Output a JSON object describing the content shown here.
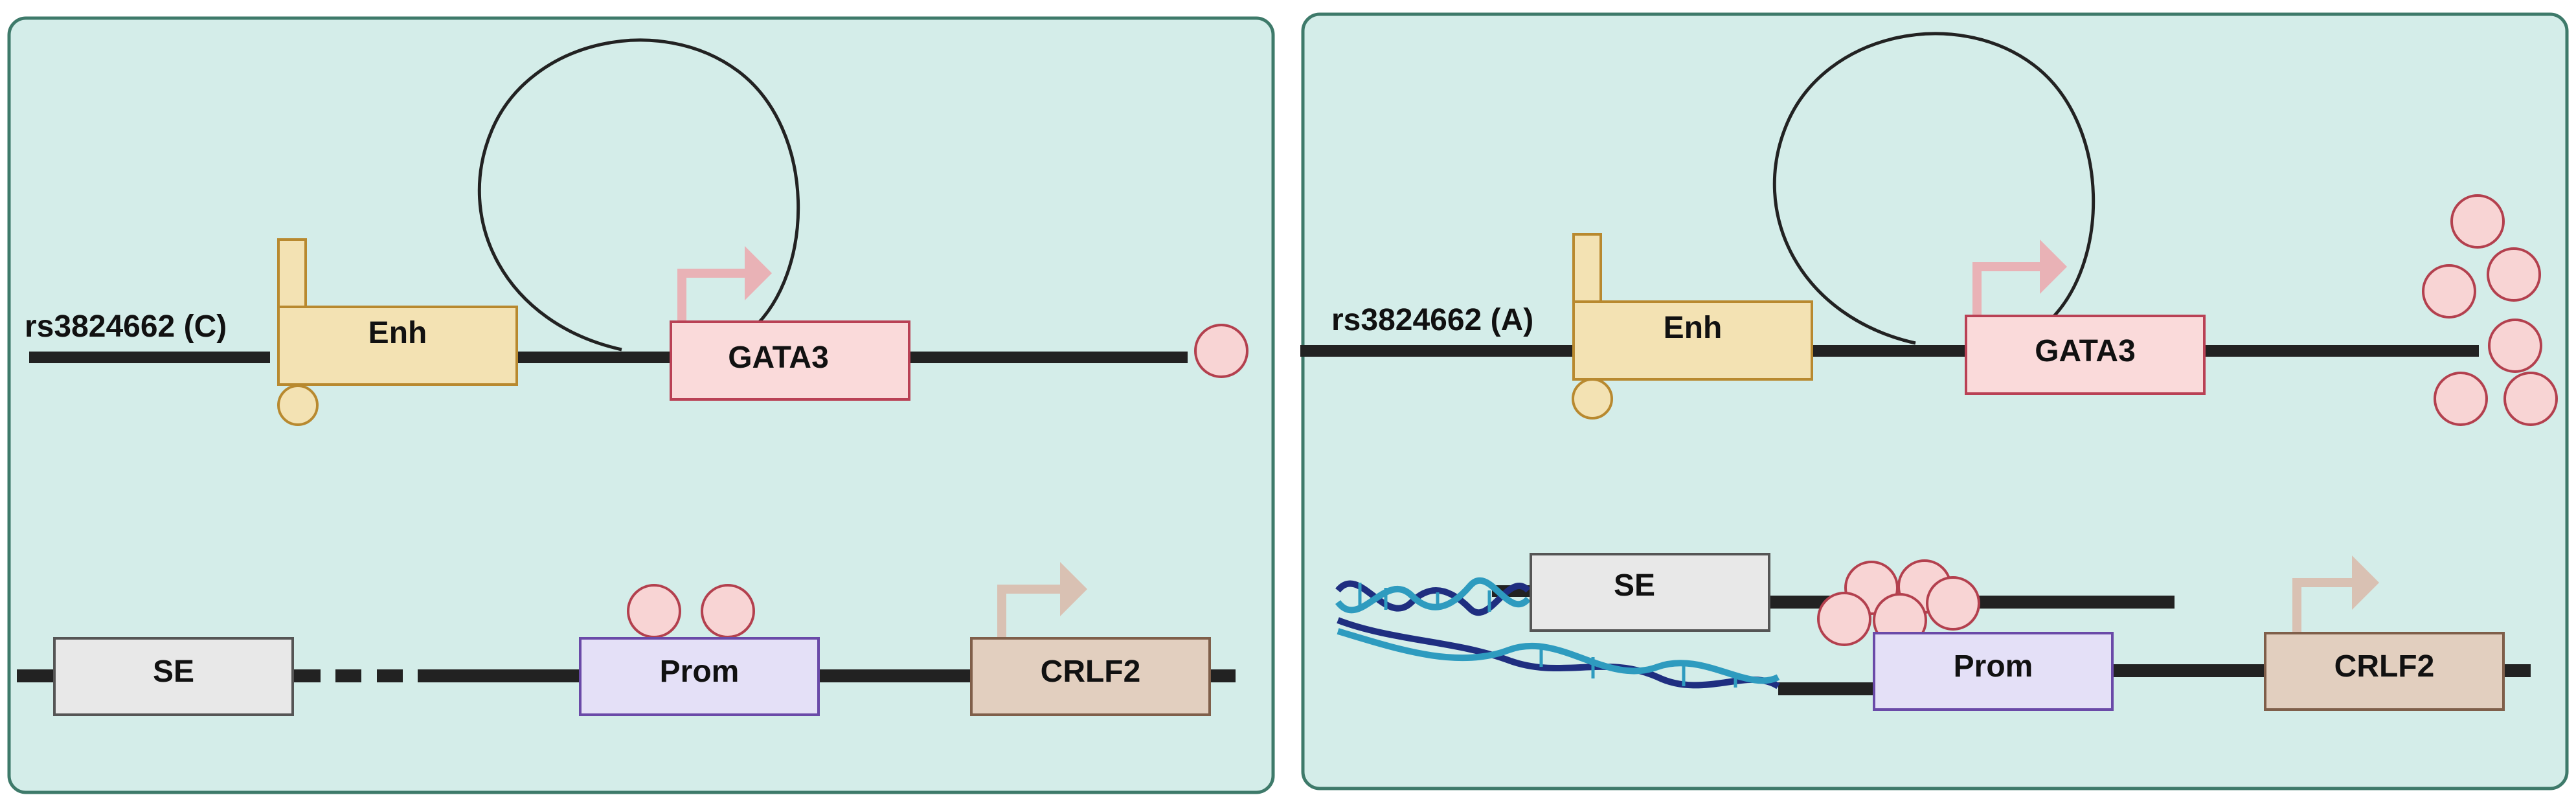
{
  "colors": {
    "panel_bg": "#d4ede9",
    "panel_border": "#3e7a6a",
    "dna_line": "#222222",
    "enh_fill": "#f3e2b3",
    "enh_border": "#b8892f",
    "gata3_fill": "#fadada",
    "gata3_border": "#b94155",
    "prom_fill": "#e4e0f7",
    "prom_border": "#6a4aa8",
    "se_fill": "#e8e8e8",
    "se_border": "#555555",
    "crlf2_fill": "#e2cfbf",
    "crlf2_border": "#7f5f4a",
    "arrow": "#e9b2b6",
    "arrow_crlf2": "#d9c1b3",
    "protein_fill": "#f8d4d4",
    "protein_border": "#b3404e",
    "helix_dark": "#1f2e80",
    "helix_light": "#2e9bbf"
  },
  "left_panel": {
    "snp_label": "rs3824662 (C)",
    "enh_label": "Enh",
    "gata3_label": "GATA3",
    "se_label": "SE",
    "prom_label": "Prom",
    "crlf2_label": "CRLF2"
  },
  "right_panel": {
    "snp_label": "rs3824662 (A)",
    "enh_label": "Enh",
    "gata3_label": "GATA3",
    "se_label": "SE",
    "prom_label": "Prom",
    "crlf2_label": "CRLF2"
  }
}
